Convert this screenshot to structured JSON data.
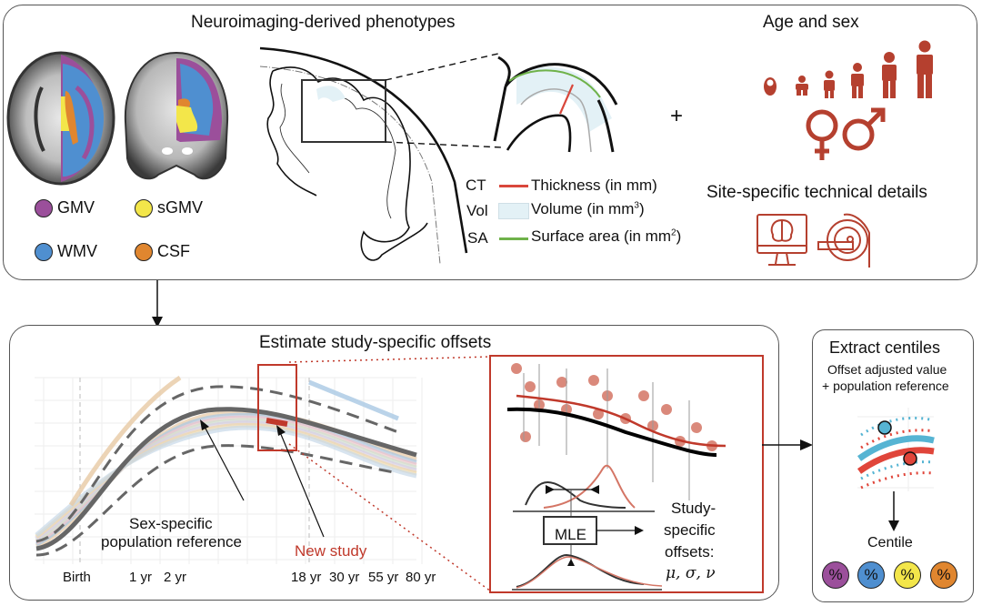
{
  "top_panel": {
    "title": "Neuroimaging-derived phenotypes",
    "tissue_legend": [
      {
        "label": "GMV",
        "color": "#9b4f9b"
      },
      {
        "label": "sGMV",
        "color": "#f3e64a"
      },
      {
        "label": "WMV",
        "color": "#4f8fd0"
      },
      {
        "label": "CSF",
        "color": "#e0862f"
      }
    ],
    "measure_legend": [
      {
        "abbr": "CT",
        "label": "Thickness (in mm)",
        "swatch": "line",
        "color": "#d9473b"
      },
      {
        "abbr": "Vol",
        "label": "Volume (in mm",
        "sup": "3",
        "suffix": ")",
        "swatch": "box",
        "color": "#e3f1f6"
      },
      {
        "abbr": "SA",
        "label": "Surface area (in mm",
        "sup": "2",
        "suffix": ")",
        "swatch": "line",
        "color": "#6fb24a"
      }
    ],
    "plus": "+",
    "age_sex_title": "Age and sex",
    "site_title": "Site-specific technical details",
    "icon_color": "#b5402f"
  },
  "middle_panel": {
    "title": "Estimate study-specific offsets",
    "annotation_reference": [
      "Sex-specific",
      "population reference"
    ],
    "annotation_new_study": "New study",
    "x_ticks": [
      "Birth",
      "1 yr",
      "2 yr",
      "18 yr",
      "30 yr",
      "55 yr",
      "80 yr"
    ],
    "mle_label": "MLE",
    "offsets_text": [
      "Study-",
      "specific",
      "offsets:"
    ],
    "offsets_params": "μ, σ, ν",
    "accent_color": "#c0392b"
  },
  "right_panel": {
    "title": "Extract centiles",
    "subtitle_1": "Offset adjusted value",
    "subtitle_2": "+ population reference",
    "centile_label": "Centile",
    "centile_badges": [
      {
        "symbol": "%",
        "color": "#9b4f9b"
      },
      {
        "symbol": "%",
        "color": "#4f8fd0"
      },
      {
        "symbol": "%",
        "color": "#f3e64a"
      },
      {
        "symbol": "%",
        "color": "#e0862f"
      }
    ]
  }
}
